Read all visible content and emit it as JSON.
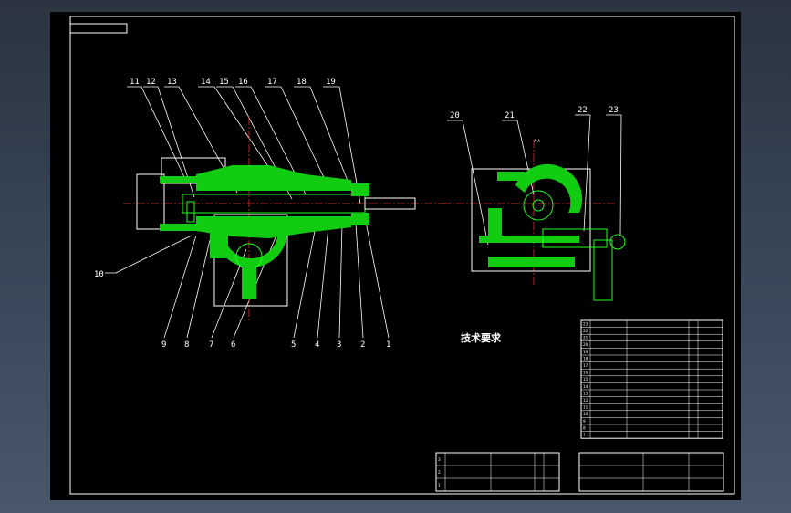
{
  "drawing": {
    "stamp": "",
    "tech_req_title": "技术要求",
    "tech_notes": [
      "",
      "",
      "",
      "",
      "",
      "",
      "",
      "",
      ""
    ],
    "leaders_top": [
      "11",
      "12",
      "13",
      "14",
      "15",
      "16",
      "17",
      "18",
      "19"
    ],
    "leaders_bottom": [
      "9",
      "8",
      "7",
      "6",
      "5",
      "4",
      "3",
      "2",
      "1"
    ],
    "leader_left": "10",
    "leaders_side": [
      "20",
      "21",
      "22",
      "23"
    ],
    "section_mark": "A-A",
    "bom_rows": [
      {
        "no": "23",
        "name": "",
        "std": "",
        "qty": "",
        "mat": ""
      },
      {
        "no": "22",
        "name": "",
        "std": "",
        "qty": "",
        "mat": ""
      },
      {
        "no": "21",
        "name": "",
        "std": "",
        "qty": "",
        "mat": ""
      },
      {
        "no": "20",
        "name": "",
        "std": "",
        "qty": "",
        "mat": ""
      },
      {
        "no": "19",
        "name": "",
        "std": "",
        "qty": "",
        "mat": ""
      },
      {
        "no": "18",
        "name": "",
        "std": "",
        "qty": "",
        "mat": ""
      },
      {
        "no": "17",
        "name": "",
        "std": "",
        "qty": "",
        "mat": ""
      },
      {
        "no": "16",
        "name": "",
        "std": "",
        "qty": "",
        "mat": ""
      },
      {
        "no": "15",
        "name": "",
        "std": "",
        "qty": "",
        "mat": ""
      },
      {
        "no": "14",
        "name": "",
        "std": "",
        "qty": "",
        "mat": ""
      },
      {
        "no": "13",
        "name": "",
        "std": "",
        "qty": "",
        "mat": ""
      },
      {
        "no": "12",
        "name": "",
        "std": "",
        "qty": "",
        "mat": ""
      },
      {
        "no": "11",
        "name": "",
        "std": "",
        "qty": "",
        "mat": ""
      },
      {
        "no": "10",
        "name": "",
        "std": "",
        "qty": "",
        "mat": ""
      },
      {
        "no": "9",
        "name": "",
        "std": "",
        "qty": "",
        "mat": ""
      },
      {
        "no": "8",
        "name": "",
        "std": "",
        "qty": "",
        "mat": ""
      },
      {
        "no": "7",
        "name": "",
        "std": "",
        "qty": "",
        "mat": ""
      }
    ],
    "lower_rows": [
      {
        "no": "3",
        "name": "",
        "std": "",
        "qty": ""
      },
      {
        "no": "2",
        "name": "",
        "std": "",
        "qty": ""
      },
      {
        "no": "1",
        "name": "",
        "std": "",
        "qty": ""
      }
    ],
    "title_block": {
      "name": "",
      "drawing_no": "",
      "company": ""
    }
  }
}
